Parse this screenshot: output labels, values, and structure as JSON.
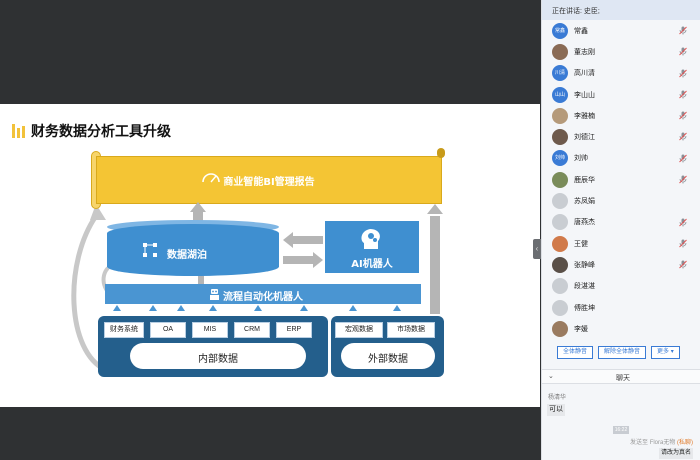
{
  "slide": {
    "title": "财务数据分析工具升级",
    "banner_text": "商业智能BI管理报告",
    "lake_text": "数据湖泊",
    "ai_text": "AI机器人",
    "rpa_text": "流程自动化机器人",
    "internal_systems": [
      "财务系统",
      "OA",
      "MIS",
      "CRM",
      "ERP"
    ],
    "internal_label": "内部数据",
    "external_systems": [
      "宏观数据",
      "市场数据"
    ],
    "external_label": "外部数据",
    "colors": {
      "accent_yellow": "#f4c534",
      "blue": "#3f8fd0",
      "dark_blue": "#245f8c",
      "arrow_grey": "#b5b5b5"
    }
  },
  "panel": {
    "speaking": "正在讲话: 史臣;",
    "users": [
      {
        "name": "常鑫",
        "avatar_text": "常鑫",
        "avatar_color": "#3a7bd5",
        "mic": true
      },
      {
        "name": "董志刚",
        "avatar_text": "",
        "avatar_color": "#8a6b55",
        "mic": true
      },
      {
        "name": "高川清",
        "avatar_text": "川清",
        "avatar_color": "#3a7bd5",
        "mic": true
      },
      {
        "name": "李山山",
        "avatar_text": "山山",
        "avatar_color": "#3a7bd5",
        "mic": true
      },
      {
        "name": "李雅楠",
        "avatar_text": "",
        "avatar_color": "#b59a7a",
        "mic": true
      },
      {
        "name": "刘德江",
        "avatar_text": "",
        "avatar_color": "#6e5a4c",
        "mic": true
      },
      {
        "name": "刘帅",
        "avatar_text": "刘帅",
        "avatar_color": "#3a7bd5",
        "mic": true
      },
      {
        "name": "鹿辰华",
        "avatar_text": "",
        "avatar_color": "#7a8c5a",
        "mic": true
      },
      {
        "name": "苏凤娟",
        "avatar_text": "",
        "avatar_color": "#c9cdd2",
        "mic": false
      },
      {
        "name": "唐燕杰",
        "avatar_text": "",
        "avatar_color": "#c9cdd2",
        "mic": true
      },
      {
        "name": "王健",
        "avatar_text": "",
        "avatar_color": "#d17a4a",
        "mic": true
      },
      {
        "name": "张静峰",
        "avatar_text": "",
        "avatar_color": "#5a5048",
        "mic": true
      },
      {
        "name": "段湛湛",
        "avatar_text": "",
        "avatar_color": "#c9cdd2",
        "mic": false
      },
      {
        "name": "傅胜坤",
        "avatar_text": "",
        "avatar_color": "#c9cdd2",
        "mic": false
      },
      {
        "name": "李媛",
        "avatar_text": "",
        "avatar_color": "#9a7b60",
        "mic": false
      }
    ],
    "buttons": {
      "mute_all": "全体静音",
      "unmute_all": "解除全体静音",
      "more": "更多 ▾"
    },
    "chat": {
      "header": "聊天",
      "sender": "杨清华",
      "message": "可以",
      "time": "16:22",
      "send_to_prefix": "发送至",
      "send_to_name": "Flora无物",
      "send_to_private": "(私聊)",
      "rename_button": "请改为真名"
    }
  }
}
